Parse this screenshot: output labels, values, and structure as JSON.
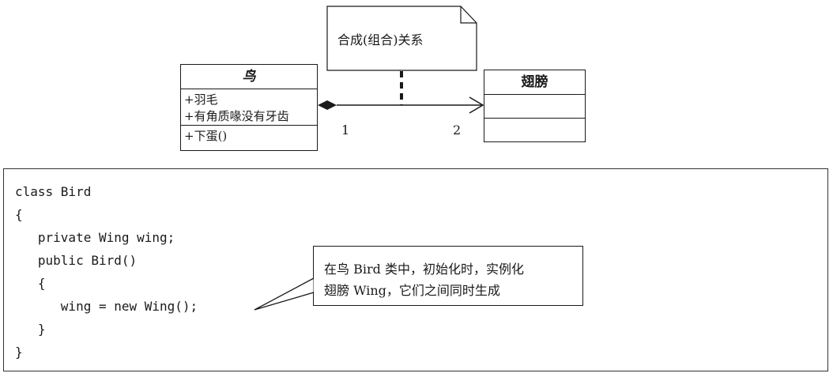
{
  "note": {
    "text": "合成(组合)关系"
  },
  "bird_class": {
    "name": "鸟",
    "attributes": [
      "+羽毛",
      "+有角质喙没有牙齿"
    ],
    "operations": [
      "+下蛋()"
    ]
  },
  "wing_class": {
    "name": "翅膀",
    "attributes": [],
    "operations": []
  },
  "association": {
    "type": "composition",
    "source_multiplicity": "1",
    "target_multiplicity": "2"
  },
  "code": {
    "lines": [
      "class Bird",
      "{",
      "   private Wing wing;",
      "   public Bird()",
      "   {",
      "      wing = new Wing();",
      "   }",
      "}"
    ]
  },
  "callout": {
    "lines": [
      "在鸟 Bird 类中，初始化时，实例化",
      "翅膀 Wing，它们之间同时生成"
    ]
  }
}
